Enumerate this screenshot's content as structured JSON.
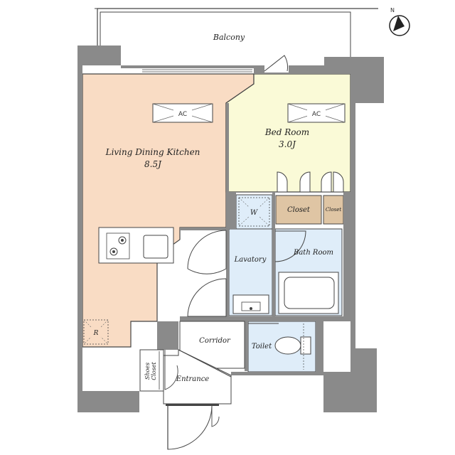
{
  "colors": {
    "wall": "#8a8a8a",
    "ldk": "#f9dcc4",
    "bedroom": "#fafad7",
    "wet": "#dfedf9",
    "closet": "#dfc5a4",
    "line": "#444444",
    "background": "#ffffff"
  },
  "compass": {
    "label": "N",
    "icon": "north-arrow-icon"
  },
  "rooms": {
    "balcony": "Balcony",
    "ldk": {
      "name": "Living Dining Kitchen",
      "size": "8.5J"
    },
    "bedroom": {
      "name": "Bed Room",
      "size": "3.0J"
    },
    "closet": "Closet",
    "closet_small": "Closet",
    "washer": "W",
    "lavatory": "Lavatory",
    "bathroom": "Bath Room",
    "corridor": "Corridor",
    "toilet": "Toilet",
    "entrance": "Entrance",
    "shoes_closet_1": "Shoes",
    "shoes_closet_2": "Closet",
    "refrigerator": "R"
  },
  "ac_units": [
    "AC",
    "AC"
  ]
}
